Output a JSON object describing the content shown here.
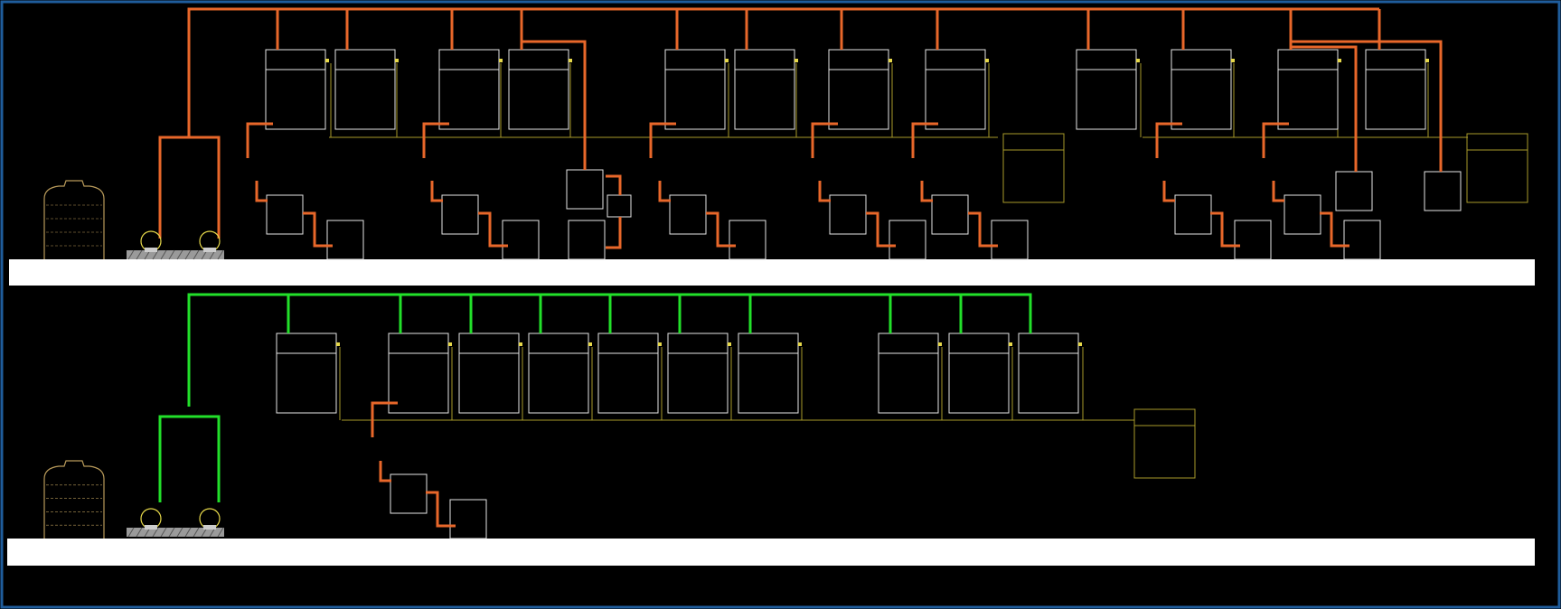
{
  "colors": {
    "background": "#000000",
    "frame_border": "#1f5d9c",
    "hot_pipe": "#e8672a",
    "cold_pipe": "#22e02a",
    "unit_outline": "#e6e6e6",
    "return_line": "#a89a2a",
    "fitting": "#e6d84a",
    "tank_outline": "#b89a5a",
    "floor_slab": "#ffffff",
    "pump_base": "#9a9a9a"
  },
  "panels": [
    {
      "id": "upper-system",
      "pipe_type": "hot",
      "tank_label_lines": [
        "",
        "",
        ""
      ],
      "pump_count": 2,
      "unit_count": 15,
      "lower_fixture_count": 10
    },
    {
      "id": "lower-system",
      "pipe_type": "cold",
      "tank_label_lines": [
        "",
        "",
        ""
      ],
      "pump_count": 2,
      "unit_count": 10,
      "lower_fixture_count": 1
    }
  ]
}
